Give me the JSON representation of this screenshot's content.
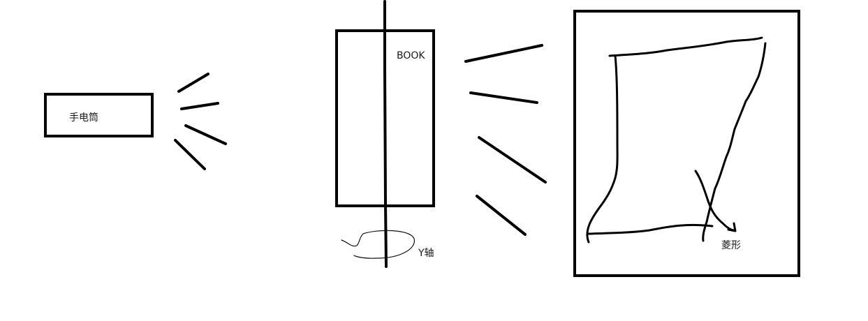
{
  "labels": {
    "flashlight": "手电筒",
    "book": "BOOK",
    "y_axis": "Y轴",
    "rhombus": "菱形"
  },
  "colors": {
    "background": "#ffffff",
    "ink": "#000000"
  }
}
